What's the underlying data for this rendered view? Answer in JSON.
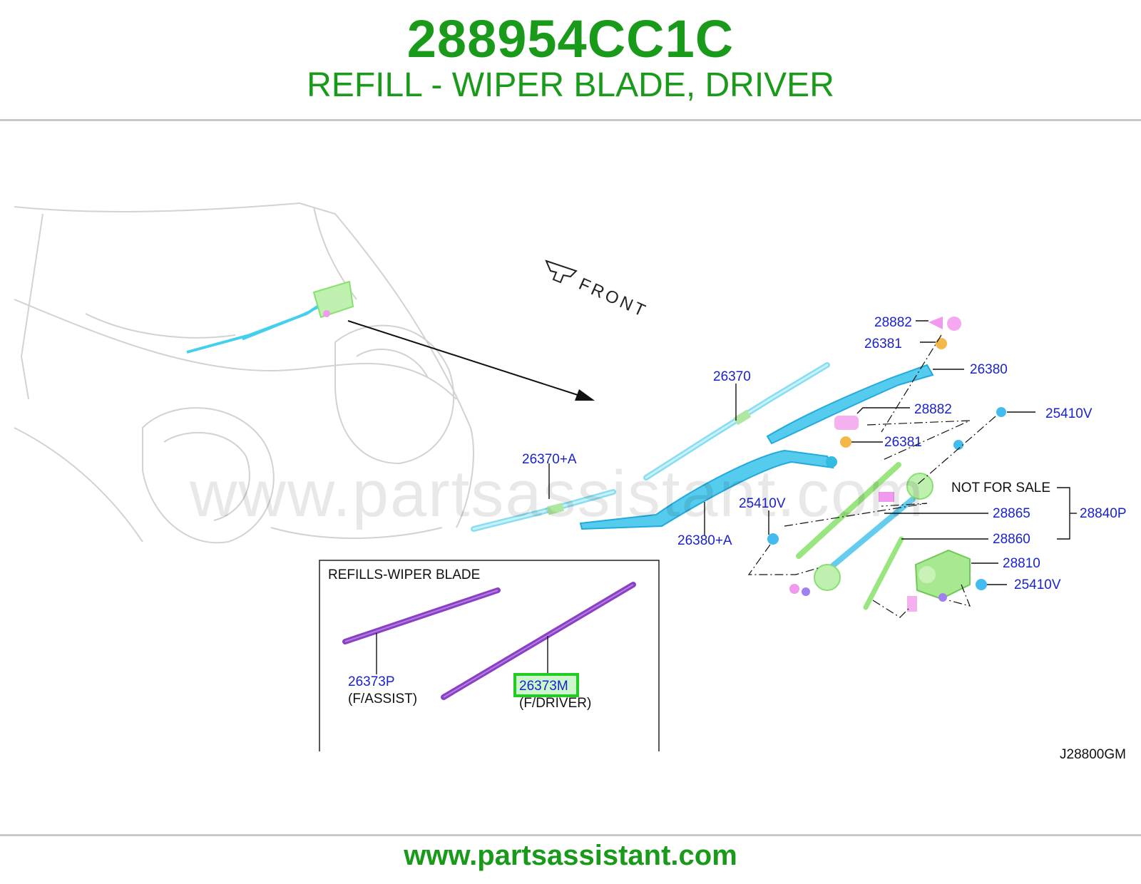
{
  "header": {
    "part_number": "288954CC1C",
    "description": "REFILL - WIPER BLADE, DRIVER"
  },
  "diagram": {
    "front_label": "FRONT",
    "watermark": "www.partsassistant.com",
    "diagram_code": "J28800GM",
    "callouts": {
      "c28882_top": "28882",
      "c26381_top": "26381",
      "c26380": "26380",
      "c26370": "26370",
      "c28882_mid": "28882",
      "c25410v_top": "25410V",
      "c26381_mid": "26381",
      "c26370a": "26370+A",
      "not_for_sale": "NOT FOR SALE",
      "c25410v_mid": "25410V",
      "c28865": "28865",
      "c28840p": "28840P",
      "c26380a": "26380+A",
      "c28860": "28860",
      "c28810": "28810",
      "c25410v_bot": "25410V"
    },
    "inset": {
      "title": "REFILLS-WIPER BLADE",
      "assist_code": "26373P",
      "assist_note": "(F/ASSIST)",
      "driver_code": "26373M",
      "driver_note": "(F/DRIVER)"
    }
  },
  "footer": {
    "url": "www.partsassistant.com"
  },
  "colors": {
    "brand_green": "#1a9a1a",
    "callout_blue": "#1a22cc",
    "highlight_green": "#22cc22",
    "arm_cyan": "#33ccee",
    "refill_purple": "#8a3fc4",
    "linkage_green": "#88e070",
    "bracket_pink": "#ee66dd"
  }
}
